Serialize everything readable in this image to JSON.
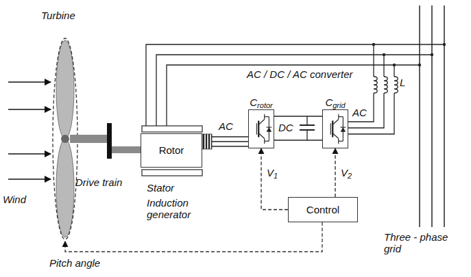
{
  "diagram": {
    "nodes": [
      {
        "text": [
          "Rotor"
        ]
      },
      {
        "text": [
          "Crotor"
        ]
      },
      {
        "text": [
          "Cgrid"
        ]
      },
      {
        "text": [
          "Control"
        ]
      }
    ],
    "edges": [
      {
        "from": 0,
        "to": 1,
        "arrow": "none",
        "label": "AC"
      },
      {
        "from": 1,
        "to": 2,
        "arrow": "none",
        "label": "DC"
      },
      {
        "from": 3,
        "to": 1,
        "arrow": "to",
        "label": "V1"
      },
      {
        "from": 3,
        "to": 2,
        "arrow": "to",
        "label": "V2"
      }
    ],
    "labels": [
      "Turbine",
      "Wind",
      "Drive train",
      "Stator",
      "Induction generator",
      "AC / DC / AC converter",
      "AC",
      "L",
      "Three - phase grid",
      "Pitch angle"
    ]
  }
}
